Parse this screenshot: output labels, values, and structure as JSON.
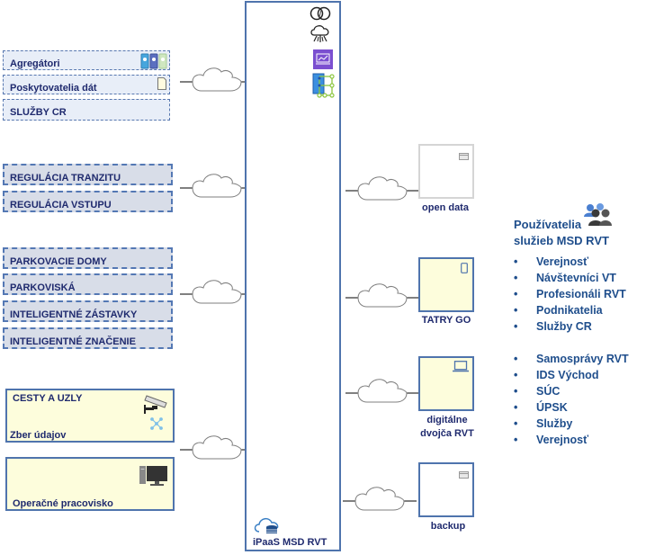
{
  "sources": {
    "group1": [
      {
        "label": "Agregátori",
        "icon": "mobile-devices-icon"
      },
      {
        "label": "Poskytovatelia dát",
        "icon": "document-icon"
      },
      {
        "label": "SLUŽBY CR",
        "icon": ""
      }
    ],
    "group2": [
      {
        "label": "REGULÁCIA  TRANZITU"
      },
      {
        "label": "REGULÁCIA  VSTUPU"
      }
    ],
    "group3": [
      {
        "label": "PARKOVACIE DOMY"
      },
      {
        "label": "PARKOVISKÁ"
      },
      {
        "label": "INTELIGENTNÉ  ZÁSTAVKY"
      },
      {
        "label": "INTELIGENTNÉ  ZNAČENIE"
      }
    ],
    "group4": [
      {
        "title": "CESTY A UZLY",
        "subtitle": "Zber údajov",
        "icon": "security-camera-icon"
      },
      {
        "title": "",
        "subtitle": "Operačné pracovisko",
        "icon": "desktop-computer-icon"
      }
    ]
  },
  "platform": {
    "label": "iPaaS  MSD RVT",
    "icons": [
      "linked-rings-icon",
      "cloud-network-icon",
      "analytics-laptop-icon",
      "data-model-icon"
    ]
  },
  "outputs": [
    {
      "label": "open data",
      "icon": "window-icon",
      "style": "grey"
    },
    {
      "label": "TATRY  GO",
      "icon": "mobile-phone-icon",
      "style": "yellow"
    },
    {
      "label_lines": [
        "digitálne",
        "dvojča  RVT"
      ],
      "icon": "laptop-icon",
      "style": "yellow"
    },
    {
      "label": "backup",
      "icon": "window-icon",
      "style": "white"
    }
  ],
  "users": {
    "title_line1": "Používatelia",
    "title_line2": "služieb MSD RVT",
    "bullet": "•",
    "list1": [
      "Verejnosť",
      "Návštevníci VT",
      "Profesionáli RVT",
      "Podnikatelia",
      "Služby CR"
    ],
    "list2": [
      "Samosprávy  RVT",
      "IDS Východ",
      "SÚC",
      "ÚPSK",
      "Služby",
      "Verejnosť"
    ]
  },
  "colors": {
    "text_dark_blue": "#1f2a6e",
    "users_blue": "#1f4e8c",
    "border_blue": "#4f74ad",
    "yellow_fill": "#fdfddc",
    "grey_fill": "#d8dde8",
    "light_fill": "#e8eef8"
  }
}
